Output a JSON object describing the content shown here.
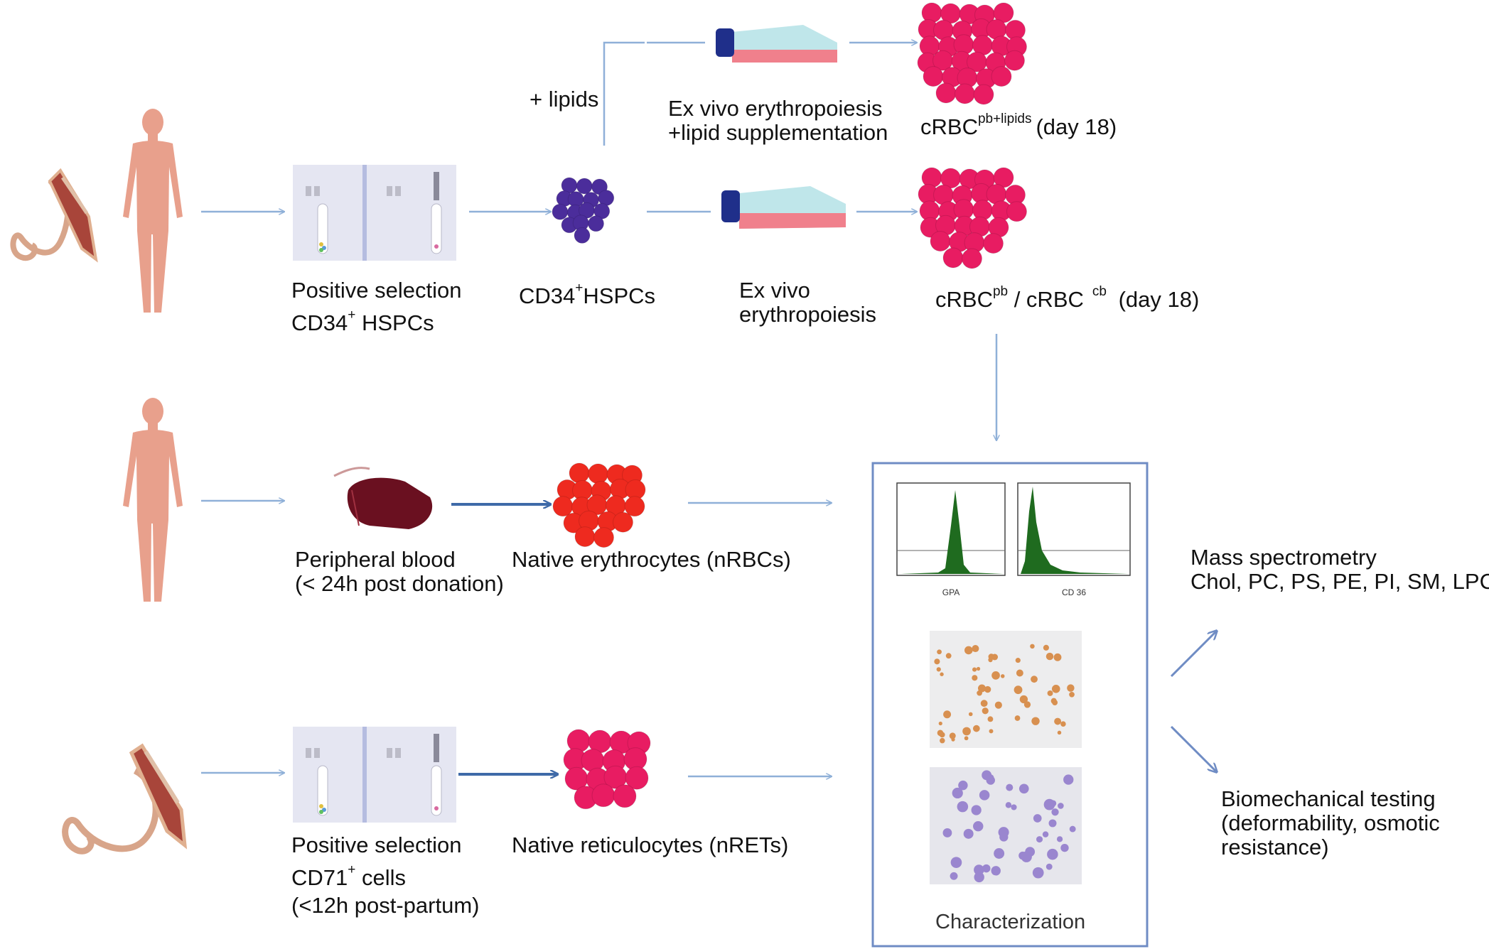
{
  "labels": {
    "lipids": "+ lipids",
    "ex_vivo_lipid_line1": "Ex vivo erythropoiesis",
    "ex_vivo_lipid_line2": "+lipid supplementation",
    "crbc_lipids_base": "cRBC",
    "crbc_lipids_sup": "pb+lipids",
    "crbc_lipids_day": "(day 18)",
    "pos_sel_cd34_line1": "Positive selection",
    "pos_sel_cd34_base": "CD34",
    "pos_sel_cd34_sup": "+",
    "pos_sel_cd34_tail": " HSPCs",
    "cd34_hspcs_base": "CD34",
    "cd34_hspcs_sup": "+",
    "cd34_hspcs_tail": "HSPCs",
    "ex_vivo_line1": "Ex vivo",
    "ex_vivo_line2": "erythropoiesis",
    "crbc_base": "cRBC",
    "crbc_pb_sup": "pb",
    "crbc_slash": " / cRBC",
    "crbc_cb_sup": "cb",
    "crbc_day": " (day 18)",
    "peripheral_line1": "Peripheral blood",
    "peripheral_line2": "(< 24h post donation)",
    "native_erythrocytes": "Native erythrocytes (nRBCs)",
    "pos_sel_cd71_line1": "Positive selection",
    "pos_sel_cd71_base": "CD71",
    "pos_sel_cd71_sup": "+",
    "pos_sel_cd71_tail": " cells",
    "pos_sel_cd71_line3": "(<12h post-partum)",
    "native_reticulocytes": "Native reticulocytes (nRETs)",
    "mass_spec_line1": "Mass spectrometry",
    "mass_spec_line2": "Chol, PC, PS, PE, PI, SM, LPC",
    "biomech_line1": "Biomechanical testing",
    "biomech_line2": "(deformability, osmotic",
    "biomech_line3": "resistance)",
    "characterization": "Characterization",
    "facs_gpa": "GPA",
    "facs_cd36": "CD 36"
  },
  "colors": {
    "arrow": "#8fb0d8",
    "arrow_strong": "#3f6aa8",
    "body": "#e8a08c",
    "cell_purple": "#4b2d9b",
    "cell_red": "#ee2a1f",
    "cell_pink": "#e81c62",
    "histogram": "#1f6b1f"
  }
}
